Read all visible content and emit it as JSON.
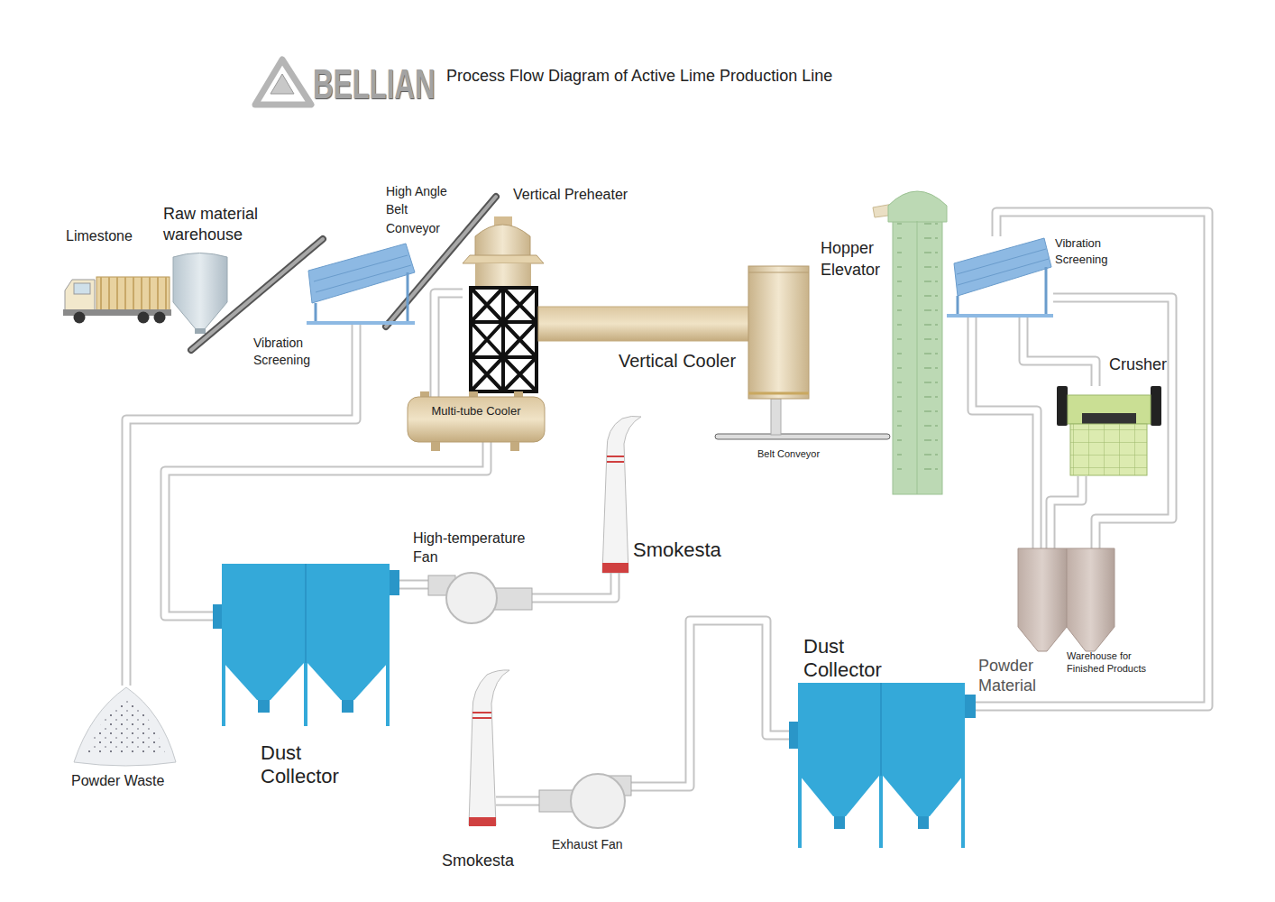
{
  "diagram": {
    "title": "Process Flow Diagram of Active Lime Production Line",
    "nodes": [
      {
        "text": [
          "Limestone"
        ]
      },
      {
        "text": [
          "Raw material warehouse"
        ]
      },
      {
        "text": [
          "Vibration Screening"
        ]
      },
      {
        "text": [
          "Vertical Preheater"
        ]
      },
      {
        "text": [
          "Multi-tube Cooler"
        ]
      },
      {
        "text": [
          "Vertical Cooler"
        ]
      },
      {
        "text": [
          "Hopper Elevator"
        ]
      },
      {
        "text": [
          "Vibration Screening"
        ]
      },
      {
        "text": [
          "Crusher"
        ]
      },
      {
        "text": [
          "High-temperature Fan"
        ]
      },
      {
        "text": [
          "Smokesta"
        ]
      },
      {
        "text": [
          "Dust Collector"
        ]
      },
      {
        "text": [
          "Powder Waste"
        ]
      },
      {
        "text": [
          "Dust Collector"
        ]
      },
      {
        "text": [
          "Warehouse for Finished Products"
        ]
      },
      {
        "text": [
          "Exhaust Fan"
        ]
      },
      {
        "text": [
          "Smokesta"
        ]
      }
    ],
    "edges": [
      {
        "from": 2,
        "to": 12,
        "arrow": "none"
      },
      {
        "from": 3,
        "to": 4,
        "arrow": "none"
      },
      {
        "from": 4,
        "to": 11,
        "arrow": "none"
      },
      {
        "from": 11,
        "to": 9,
        "arrow": "none"
      },
      {
        "from": 9,
        "to": 10,
        "arrow": "none"
      },
      {
        "from": 7,
        "to": 8,
        "arrow": "none"
      },
      {
        "from": 7,
        "to": 14,
        "arrow": "none"
      },
      {
        "from": 8,
        "to": 14,
        "arrow": "none"
      },
      {
        "from": 7,
        "to": 14,
        "arrow": "none"
      },
      {
        "from": 7,
        "to": 13,
        "arrow": "none"
      },
      {
        "from": 13,
        "to": 15,
        "arrow": "none"
      },
      {
        "from": 15,
        "to": 16,
        "arrow": "none"
      }
    ],
    "labels": [
      "BELLIAN",
      "High Angle Belt Conveyor",
      "Belt Conveyor",
      "Powder Material"
    ]
  }
}
